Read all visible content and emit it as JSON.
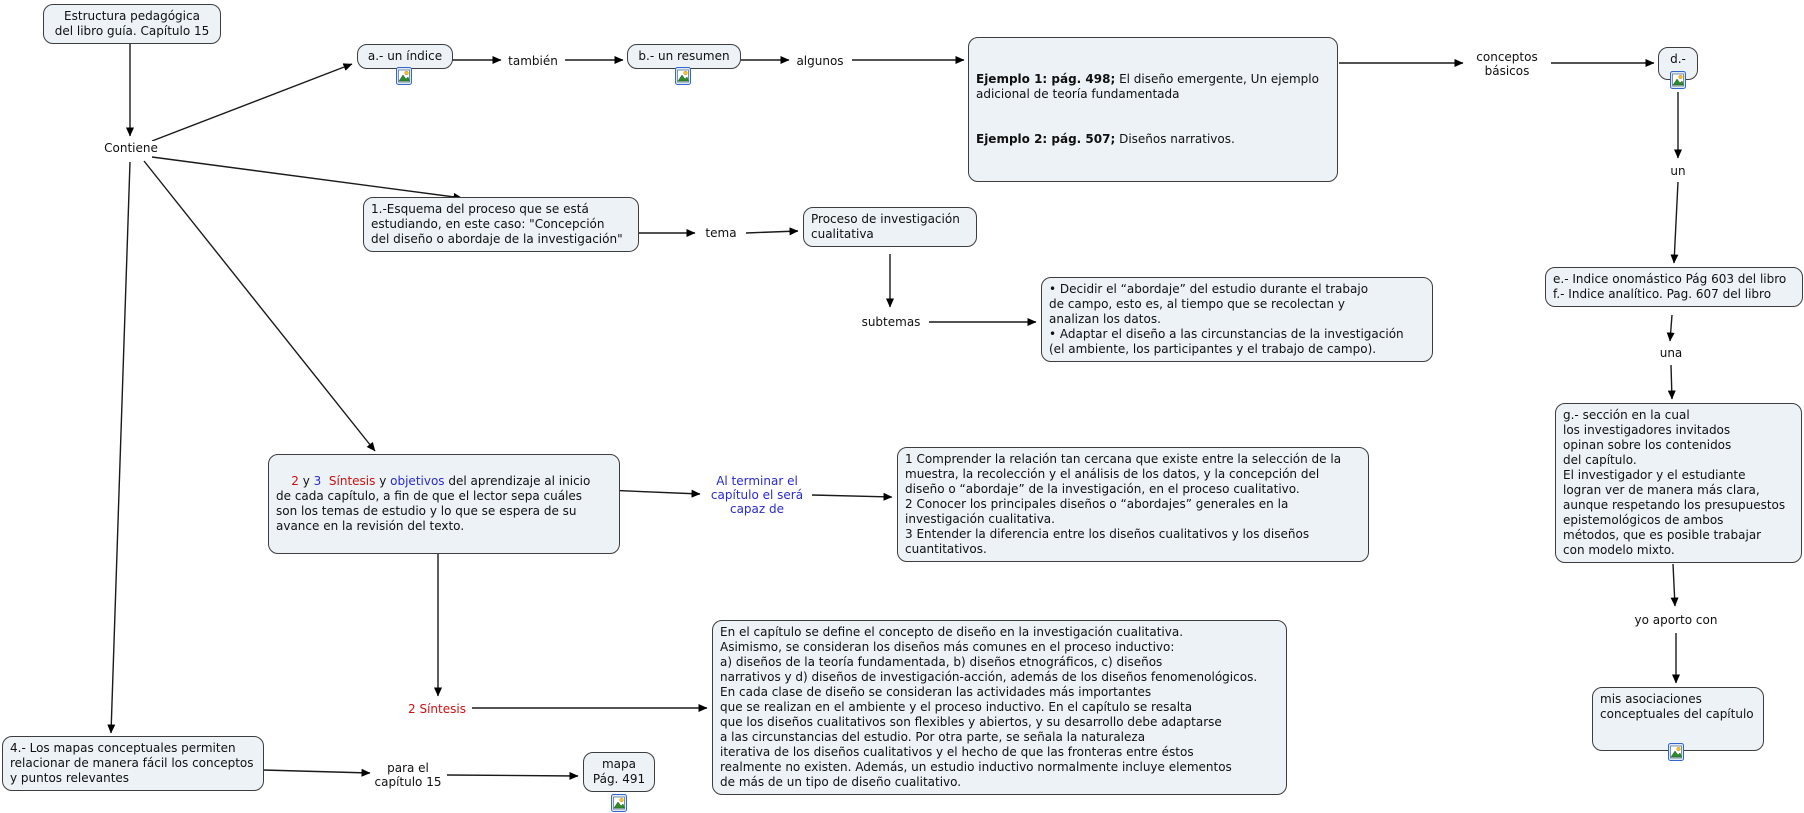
{
  "colors": {
    "node_fill": "#edf2f6",
    "node_border": "#3d3d3d",
    "red": "#cc1111",
    "blue": "#2a2acc"
  },
  "nodes": {
    "title": "Estructura pedagógica\ndel libro guía. Capítulo 15",
    "indice": "a.- un índice",
    "resumen": "b.- un resumen",
    "ejemplos": {
      "b1": "Ejemplo 1: pág. 498;",
      "t1": " El diseño emergente, Un ejemplo adicional de teoría fundamentada",
      "b2": "Ejemplo 2: pág. 507;",
      "t2": " Diseños narrativos."
    },
    "d": "d.-",
    "indices_ef": "e.- Indice onomástico Pág 603 del libro\nf.- Indice analítico. Pag. 607 del libro",
    "seccion_g": "g.- sección en la cual\nlos investigadores invitados\nopinan sobre los contenidos\ndel capítulo.\nEl investigador y el estudiante\nlogran ver de manera más clara,\naunque respetando los presupuestos\nepistemológicos de ambos\nmétodos, que es posible trabajar\ncon modelo mixto.",
    "asociaciones": "mis asociaciones\nconceptuales del capítulo",
    "esquema": "1.-Esquema del proceso que se está\nestudiando, en este caso: \"Concepción\ndel diseño o abordaje de la investigación\"",
    "proceso": "Proceso de investigación\ncualitativa",
    "subtemas_detalle": "• Decidir el “abordaje” del estudio durante el trabajo\nde campo, esto es, al tiempo que se recolectan y\nanalizan los datos.\n• Adaptar el diseño a las circunstancias de la investigación\n(el ambiente, los participantes y el trabajo de campo).",
    "sintesis_objetivos": {
      "p1": "2",
      "p2": " y ",
      "p3": "3",
      "p4": "  Síntesis",
      "p5": " y ",
      "p6": "objetivos",
      "p7": " del aprendizaje al inicio\nde cada capítulo, a fin de que el lector sepa cuáles\nson los temas de estudio y lo que se espera de su\navance en la revisión del texto."
    },
    "objetivos_detalle": "1 Comprender la relación tan cercana que existe entre la selección de la\nmuestra, la recolección y el análisis de los datos, y la concepción del\ndiseño o “abordaje” de la investigación, en el proceso cualitativo.\n2 Conocer los principales diseños o “abordajes” generales en la\ninvestigación cualitativa.\n3 Entender la diferencia entre los diseños cualitativos y los diseños\ncuantitativos.",
    "sintesis_detalle": "En el capítulo se define el concepto de diseño en la investigación cualitativa.\nAsimismo, se consideran los diseños más comunes en el proceso inductivo:\na) diseños de la teoría fundamentada, b) diseños etnográficos, c) diseños\nnarrativos y d) diseños de investigación-acción, además de los diseños fenomenológicos.\nEn cada clase de diseño se consideran las actividades más importantes\nque se realizan en el ambiente y el proceso inductivo. En el capítulo se resalta\nque los diseños cualitativos son flexibles y abiertos, y su desarrollo debe adaptarse\na las circunstancias del estudio. Por otra parte, se señala la naturaleza\niterativa de los diseños cualitativos y el hecho de que las fronteras entre éstos\nrealmente no existen. Además, un estudio inductivo normalmente incluye elementos\nde más de un tipo de diseño cualitativo.",
    "mapas": "4.- Los mapas conceptuales permiten\nrelacionar de manera fácil los conceptos\ny puntos relevantes",
    "mapa_ref": "mapa\nPág. 491"
  },
  "links": {
    "contiene": "Contiene",
    "tambien": "también",
    "algunos": "algunos",
    "conceptos_basicos": "conceptos\nbásicos",
    "un": "un",
    "una": "una",
    "yo_aporto": "yo aporto con",
    "tema": "tema",
    "subtemas": "subtemas",
    "al_terminar": "Al terminar el\ncapítulo el será\ncapaz de",
    "dos_sintesis": "2 Síntesis",
    "para_el": "para el\ncapítulo 15"
  },
  "icons": {
    "resource": "image-resource-icon"
  }
}
